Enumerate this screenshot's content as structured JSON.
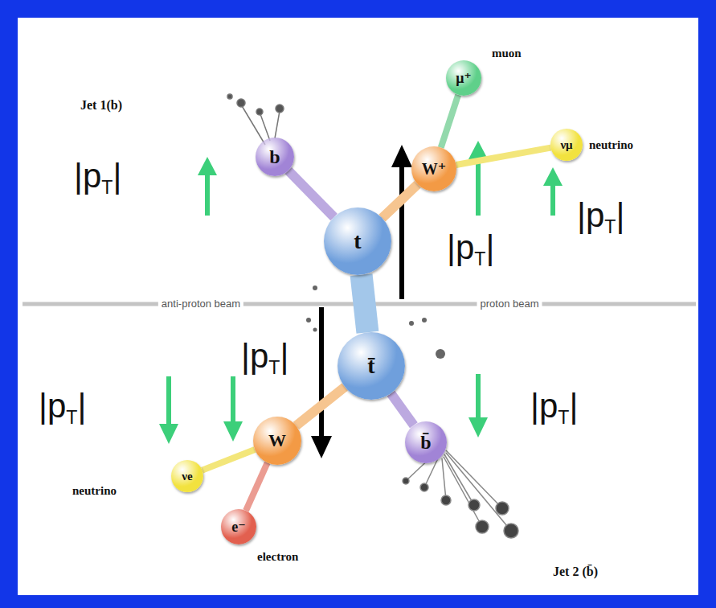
{
  "diagram": {
    "nodes": [
      {
        "text": [
          "μ⁺"
        ]
      },
      {
        "text": [
          "b"
        ]
      },
      {
        "text": [
          "W⁺"
        ]
      },
      {
        "text": [
          "νμ"
        ]
      },
      {
        "text": [
          "t"
        ]
      },
      {
        "text": [
          "t̄"
        ]
      },
      {
        "text": [
          "b̄"
        ]
      },
      {
        "text": [
          "W"
        ]
      },
      {
        "text": [
          "νe"
        ]
      },
      {
        "text": [
          "e⁻"
        ]
      }
    ],
    "edges": [
      {
        "from": 4,
        "to": 1,
        "arrow": "none"
      },
      {
        "from": 4,
        "to": 2,
        "arrow": "none"
      },
      {
        "from": 2,
        "to": 0,
        "arrow": "none"
      },
      {
        "from": 2,
        "to": 3,
        "arrow": "none"
      },
      {
        "from": 4,
        "to": 5,
        "arrow": "none"
      },
      {
        "from": 5,
        "to": 7,
        "arrow": "none"
      },
      {
        "from": 7,
        "to": 8,
        "arrow": "none"
      },
      {
        "from": 7,
        "to": 9,
        "arrow": "none"
      },
      {
        "from": 5,
        "to": 6,
        "arrow": "none"
      }
    ],
    "labels": [
      "Jet 1(b)",
      "muon",
      "|pT|",
      "neutrino",
      "|pT|",
      "|pT|",
      "anti-proton beam",
      "proton beam",
      "|pT|",
      "|pT|",
      "|pT|",
      "neutrino",
      "electron",
      "Jet 2 (b̄)"
    ]
  }
}
